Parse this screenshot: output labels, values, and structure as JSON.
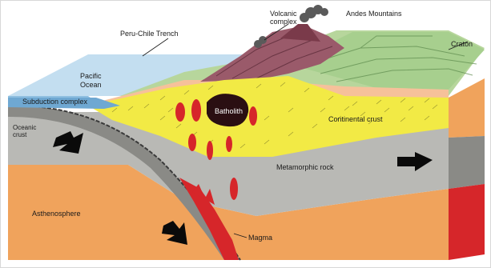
{
  "diagram": {
    "labels": {
      "andes": "Andes Mountains",
      "volcanic_line1": "Volcanic",
      "volcanic_line2": "complex",
      "trench": "Peru-Chile Trench",
      "craton": "Craton",
      "pacific_line1": "Pacific",
      "pacific_line2": "Ocean",
      "subduction": "Subduction complex",
      "oceanic_line1": "Oceanic",
      "oceanic_line2": "crust",
      "batholith": "Batholith",
      "continental": "Continental crust",
      "metamorphic": "Metamorphic rock",
      "asthenosphere": "Asthenosphere",
      "magma": "Magma"
    },
    "colors": {
      "ocean": "#a9cfe6",
      "ocean_side": "#7fb2d6",
      "continental_crust": "#f2ea45",
      "metamorphic": "#b9b9b5",
      "asthenosphere": "#f0a35c",
      "magma": "#d6262a",
      "batholith": "#2a0f12",
      "mountains": "#9a5a6a",
      "craton": "#9ec98a",
      "sediment": "#f5b08c",
      "oceanic_slab": "#8a8a86"
    }
  }
}
